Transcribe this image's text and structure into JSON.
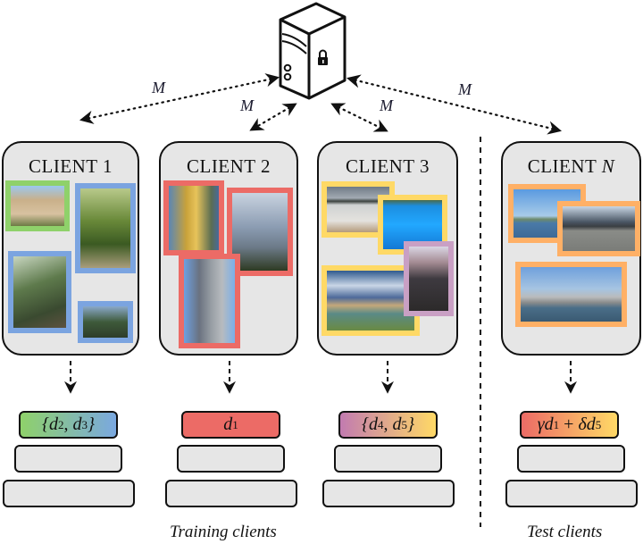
{
  "server": {
    "icon": "server-lock-icon"
  },
  "links": [
    {
      "label": "M",
      "target": "client-1"
    },
    {
      "label": "M",
      "target": "client-2"
    },
    {
      "label": "M",
      "target": "client-3"
    },
    {
      "label": "M",
      "target": "client-n"
    }
  ],
  "clients": [
    {
      "title": "CLIENT 1",
      "title_italic_suffix": "",
      "domain_label": "{d2, d3}",
      "domain_label_parts": {
        "open": "{",
        "a": "d",
        "a_sub": "2",
        "sep": ", ",
        "b": "d",
        "b_sub": "3",
        "close": "}"
      },
      "label_gradient": [
        "#8fd16a",
        "#7aa8e0"
      ],
      "photos": [
        {
          "subject": "church",
          "frame_color": "#8fd16a"
        },
        {
          "subject": "forest-path",
          "frame_color": "#7ba4e0"
        },
        {
          "subject": "tall-trees",
          "frame_color": "#7ba4e0"
        },
        {
          "subject": "palm-canopy",
          "frame_color": "#7ba4e0"
        }
      ]
    },
    {
      "title": "CLIENT 2",
      "title_italic_suffix": "",
      "domain_label": "d1",
      "domain_label_parts": {
        "a": "d",
        "a_sub": "1"
      },
      "label_gradient": [
        "#ec6b66",
        "#ec6b66"
      ],
      "photos": [
        {
          "subject": "gold-skyscraper",
          "frame_color": "#ec6b66"
        },
        {
          "subject": "glass-towers",
          "frame_color": "#ec6b66"
        },
        {
          "subject": "office-tower",
          "frame_color": "#ec6b66"
        }
      ]
    },
    {
      "title": "CLIENT 3",
      "title_italic_suffix": "",
      "domain_label": "{d4, d5}",
      "domain_label_parts": {
        "open": "{",
        "a": "d",
        "a_sub": "4",
        "sep": ", ",
        "b": "d",
        "b_sub": "5",
        "close": "}"
      },
      "label_gradient": [
        "#c27bb0",
        "#ffd966"
      ],
      "photos": [
        {
          "subject": "beach-waves",
          "frame_color": "#ffd966"
        },
        {
          "subject": "blue-sea",
          "frame_color": "#ffd966"
        },
        {
          "subject": "lake-clouds",
          "frame_color": "#ffd966"
        },
        {
          "subject": "mountain-valley",
          "frame_color": "#c9a0c4"
        }
      ]
    },
    {
      "title": "CLIENT ",
      "title_italic_suffix": "N",
      "domain_label": "γd1 + δd5",
      "domain_label_parts": {
        "g": "γ",
        "a": "d",
        "a_sub": "1",
        "plus": " + ",
        "dl": "δ",
        "b": "d",
        "b_sub": "5"
      },
      "label_gradient": [
        "#ec6b66",
        "#ffd966"
      ],
      "photos": [
        {
          "subject": "river-skyline",
          "frame_color": "#ffb066"
        },
        {
          "subject": "bridge-city",
          "frame_color": "#ffb066"
        },
        {
          "subject": "waterfront-towers",
          "frame_color": "#ffb066"
        }
      ]
    }
  ],
  "captions": {
    "training": "Training clients",
    "test": "Test clients"
  }
}
